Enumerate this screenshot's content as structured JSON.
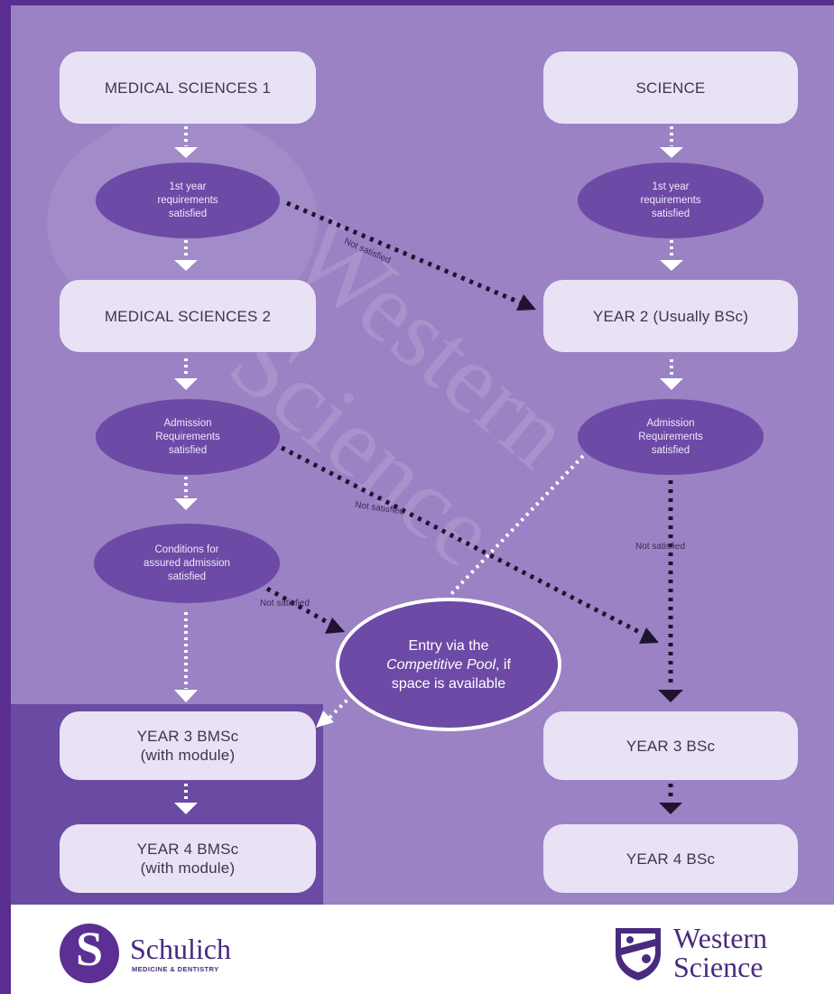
{
  "nodes": {
    "med1": "MEDICAL SCIENCES 1",
    "science": "SCIENCE",
    "req_med1": "1st year\nrequirements\nsatisfied",
    "req_sci1": "1st year\nrequirements\nsatisfied",
    "med2": "MEDICAL SCIENCES 2",
    "year2": "YEAR 2 (Usually BSc)",
    "adm_med": "Admission\nRequirements\nsatisfied",
    "adm_sci": "Admission\nRequirements\nsatisfied",
    "cond": "Conditions for\nassured admission\nsatisfied",
    "pool_line1": "Entry via the",
    "pool_italic": "Competitive Pool",
    "pool_line2_rest": ", if",
    "pool_line3": "space is available",
    "y3bmsc": "YEAR 3 BMSc\n(with module)",
    "y3bsc": "YEAR 3 BSc",
    "y4bmsc": "YEAR 4 BMSc\n(with module)",
    "y4bsc": "YEAR 4 BSc"
  },
  "edge_labels": {
    "ns1": "Not satisfied",
    "ns2": "Not satisfied",
    "ns3": "Not satisfied",
    "ns4": "Not satisfied"
  },
  "watermark": {
    "line1": "Western",
    "line2": "Science"
  },
  "footer": {
    "schulich_mark": "S",
    "schulich_name": "Schulich",
    "schulich_sub": "MEDICINE & DENTISTRY",
    "western_name": "Western",
    "western_sub": "Science"
  },
  "colors": {
    "background": "#9a82c4",
    "frame": "#5a2d91",
    "box": "#e9e2f5",
    "oval": "#6c4aa6",
    "arrow_white": "#ffffff",
    "arrow_dark": "#1e1430",
    "logo": "#4a2a7e"
  }
}
